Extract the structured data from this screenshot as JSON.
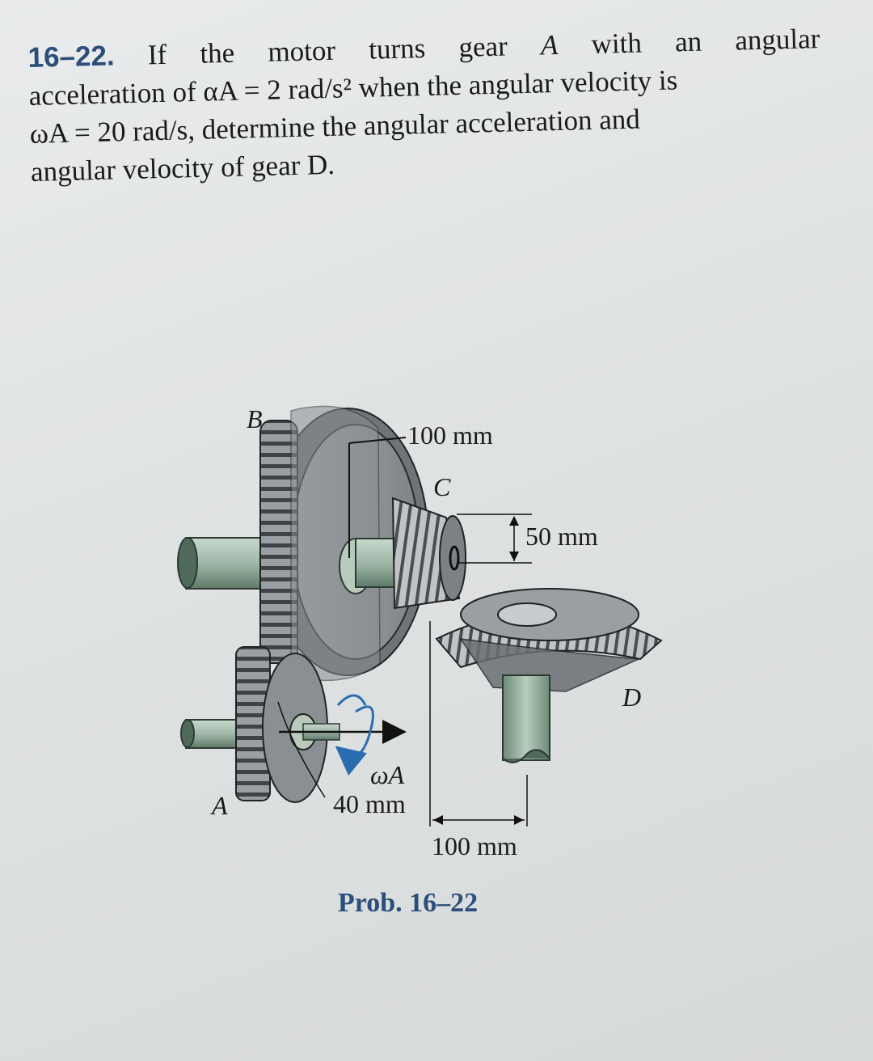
{
  "problem": {
    "number": "16–22.",
    "line1_rest": [
      "If",
      "the",
      "motor",
      "turns",
      "gear",
      "A",
      "with",
      "an",
      "angular"
    ],
    "line2": "acceleration of αA = 2 rad/s² when the angular velocity is",
    "line3": "ωA = 20 rad/s, determine the angular acceleration and",
    "line4": "angular velocity of gear D."
  },
  "figure": {
    "labels": {
      "B": "B",
      "C": "C",
      "A": "A",
      "D": "D",
      "omegaA": "ωA",
      "r100_top": "100 mm",
      "r50": "50 mm",
      "r40": "40 mm",
      "r100_bottom": "100 mm"
    },
    "caption": "Prob. 16–22"
  },
  "colors": {
    "gear_gray": "#8d9296",
    "gear_dark": "#3f4347",
    "shaft_green": "#9fb7a8",
    "accent_blue": "#2b6cb0",
    "caption_blue": "#2b4f7a"
  }
}
